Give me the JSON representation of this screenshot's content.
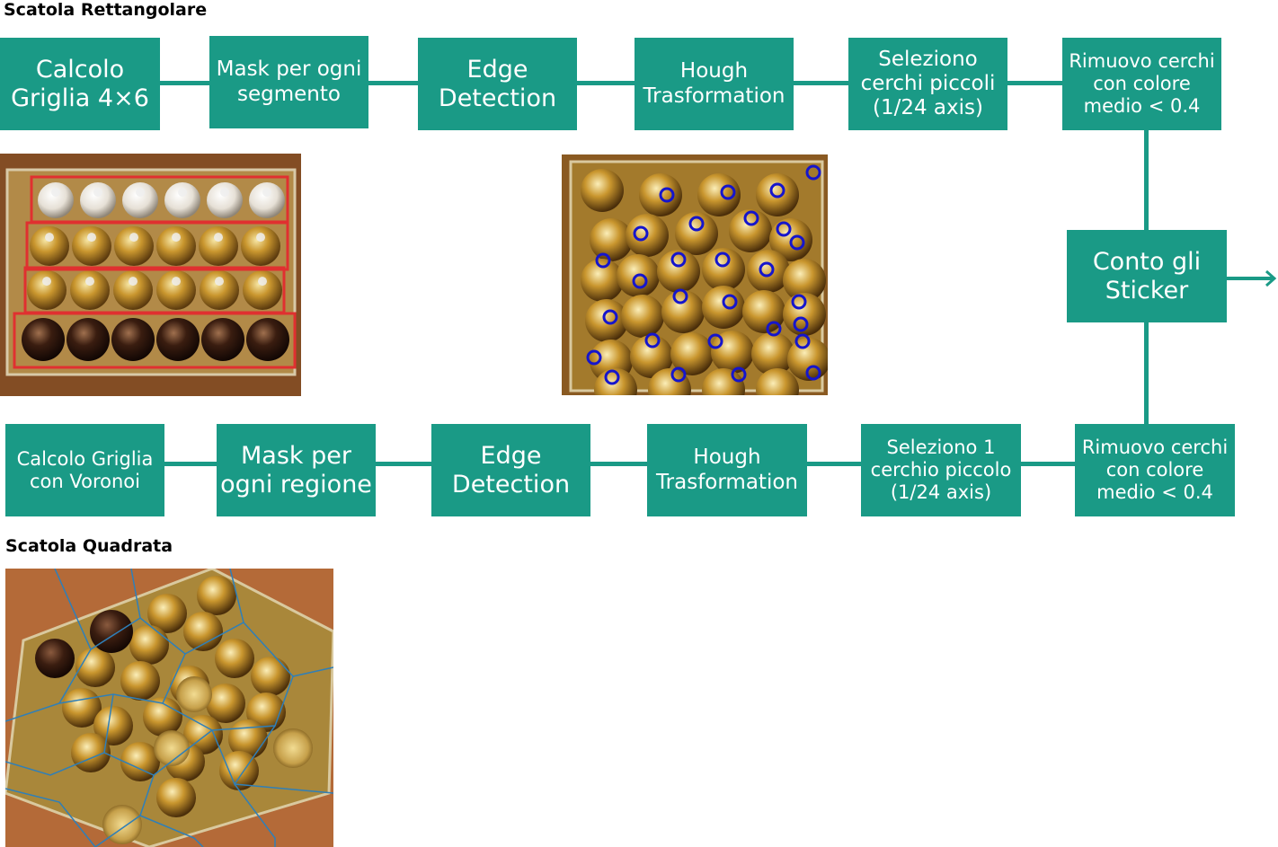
{
  "sections": {
    "rect_title": "Scatola Rettangolare",
    "square_title": "Scatola Quadrata"
  },
  "pipeline_rect": {
    "step1": [
      "Calcolo",
      "Griglia 4×6"
    ],
    "step2": [
      "Mask per ogni",
      "segmento"
    ],
    "step3": [
      "Edge",
      "Detection"
    ],
    "step4": [
      "Hough",
      "Trasformation"
    ],
    "step5": [
      "Seleziono",
      "cerchi piccoli",
      "(1/24 axis)"
    ],
    "step6": [
      "Rimuovo cerchi",
      "con colore",
      "medio < 0.4"
    ]
  },
  "center": [
    "Conto gli",
    "Sticker"
  ],
  "pipeline_square": {
    "step1": [
      "Calcolo Griglia",
      "con Voronoi"
    ],
    "step2": [
      "Mask per",
      "ogni regione"
    ],
    "step3": [
      "Edge",
      "Detection"
    ],
    "step4": [
      "Hough",
      "Trasformation"
    ],
    "step5": [
      "Seleziono 1",
      "cerchio piccolo",
      "(1/24 axis)"
    ],
    "step6": [
      "Rimuovo cerchi",
      "con colore",
      "medio < 0.4"
    ]
  },
  "colors": {
    "box": "#1a9a86",
    "grid_red": "#e03030",
    "circle_blue": "#1515cc",
    "voronoi_blue": "#2f7fb8",
    "gold": "#c9962e",
    "dark_choc": "#3a1d10"
  }
}
